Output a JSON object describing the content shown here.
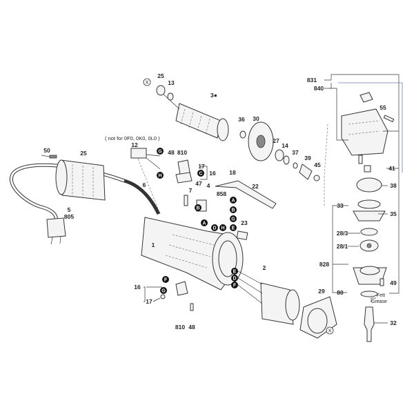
{
  "diagram": {
    "note": "( not for 0F0, 0K0, 0L0 )",
    "grease_label_1": "Fett",
    "grease_label_2": "Grease",
    "parts": {
      "p25a": "25",
      "x1": "X",
      "p13": "13",
      "p3": "3●",
      "p30": "30",
      "p36": "36",
      "p27": "27",
      "p14": "14",
      "p37": "37",
      "p39": "39",
      "p45": "45",
      "p831": "831",
      "p840": "840",
      "p55": "55",
      "p41": "41",
      "p38": "38",
      "p33": "33",
      "p35": "35",
      "p28_3": "28/3",
      "p28_1": "28/1",
      "p828": "828",
      "p49": "49",
      "p80": "80",
      "p32": "32",
      "p29": "29",
      "x2": "X",
      "p2": "2",
      "p12": "12",
      "p48a": "48",
      "p810a": "810",
      "p17a": "17",
      "p16a": "16",
      "p18": "18",
      "p22": "22",
      "p6": "6",
      "p7": "7",
      "p47": "47",
      "p4": "4",
      "p858": "858",
      "p23": "23",
      "p1": "1",
      "p50": "50",
      "p25b": "25",
      "p5": "5",
      "p805": "805",
      "p16b": "16",
      "p17b": "17",
      "p810b": "810",
      "p48b": "48"
    },
    "connectors": {
      "c_g1": "G",
      "c_h1": "H",
      "c_c": "C",
      "c_a1": "A",
      "c_b1": "B",
      "c_g2": "G",
      "c_e1": "E",
      "c_h2": "H",
      "c_d1": "D",
      "c_a2": "A",
      "c_b2": "B",
      "c_e2": "E",
      "c_d2": "D",
      "c_f2": "F",
      "c_f1": "F",
      "c_g3": "G"
    }
  }
}
